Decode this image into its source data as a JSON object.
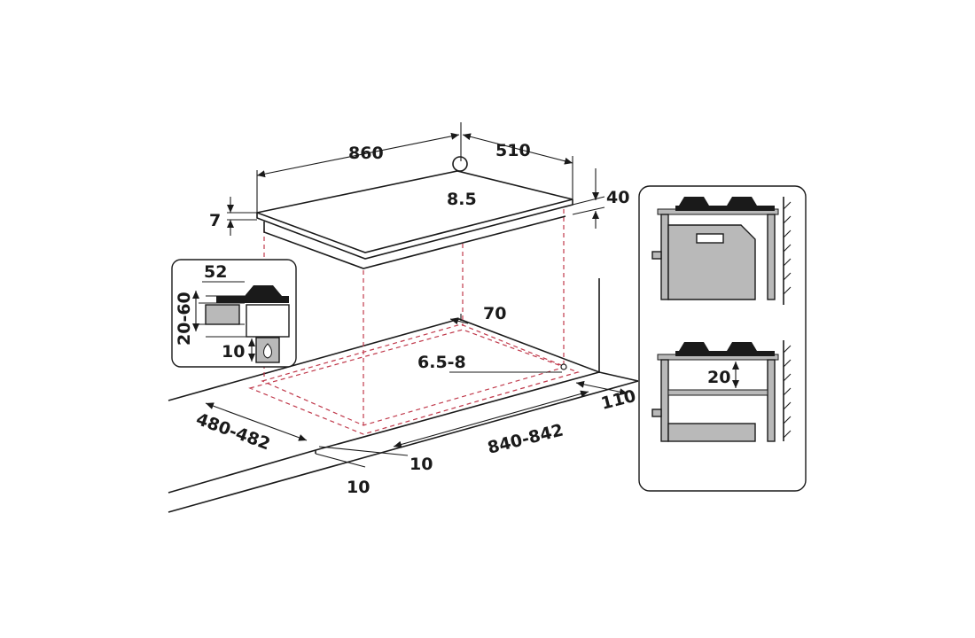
{
  "dimensions": {
    "hob_width": "860",
    "hob_depth": "510",
    "hob_height_front": "7",
    "hob_height_back": "40",
    "gas_inlet": "8.5",
    "cutout_back_offset": "70",
    "corner_radius": "6.5-8",
    "cutout_depth": "480-482",
    "cutout_width": "840-842",
    "side_clearance_right": "110",
    "front_clearance_a": "10",
    "front_clearance_b": "10"
  },
  "inset_left": {
    "top_clearance": "52",
    "worktop_thickness": "20-60",
    "bottom_clearance": "10"
  },
  "inset_right": {
    "panel_gap": "20"
  },
  "icons": {
    "gas_flame": "gas-flame-icon",
    "gas_inlet": "gas-inlet-icon"
  }
}
